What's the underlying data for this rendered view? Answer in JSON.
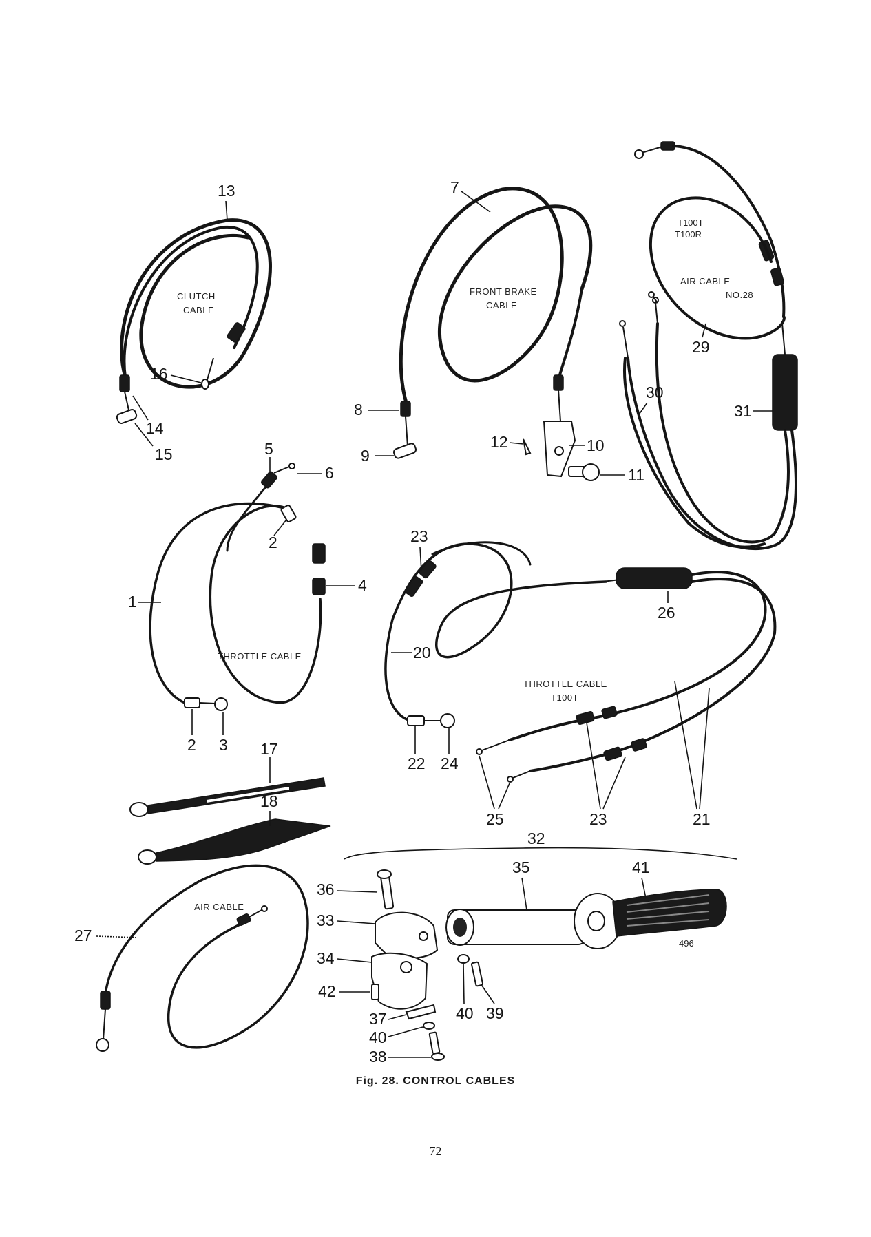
{
  "figure": {
    "caption": "Fig. 28.  CONTROL CABLES",
    "page_number": "72",
    "drawing_number": "496"
  },
  "cable_labels": {
    "clutch_1": "CLUTCH",
    "clutch_2": "CABLE",
    "front_brake_1": "FRONT BRAKE",
    "front_brake_2": "CABLE",
    "air_t100t": "T100T",
    "air_t100r": "T100R",
    "air_1": "AIR CABLE",
    "air_2": "NO.28",
    "throttle_1": "THROTTLE CABLE",
    "throttle_t100t_1": "THROTTLE CABLE",
    "throttle_t100t_2": "T100T",
    "air_single": "AIR CABLE"
  },
  "callouts": {
    "n1": "1",
    "n2a": "2",
    "n2b": "2",
    "n3": "3",
    "n4": "4",
    "n5": "5",
    "n6": "6",
    "n7": "7",
    "n8": "8",
    "n9": "9",
    "n10": "10",
    "n11": "11",
    "n12": "12",
    "n13": "13",
    "n14": "14",
    "n15": "15",
    "n16": "16",
    "n17": "17",
    "n18": "18",
    "n20": "20",
    "n21": "21",
    "n22": "22",
    "n23a": "23",
    "n23b": "23",
    "n24": "24",
    "n25": "25",
    "n26": "26",
    "n27": "27",
    "n28": "28",
    "n29": "29",
    "n30": "30",
    "n31": "31",
    "n32": "32",
    "n33": "33",
    "n34": "34",
    "n35": "35",
    "n36": "36",
    "n37": "37",
    "n38": "38",
    "n39": "39",
    "n40a": "40",
    "n40b": "40",
    "n41": "41",
    "n42": "42"
  }
}
